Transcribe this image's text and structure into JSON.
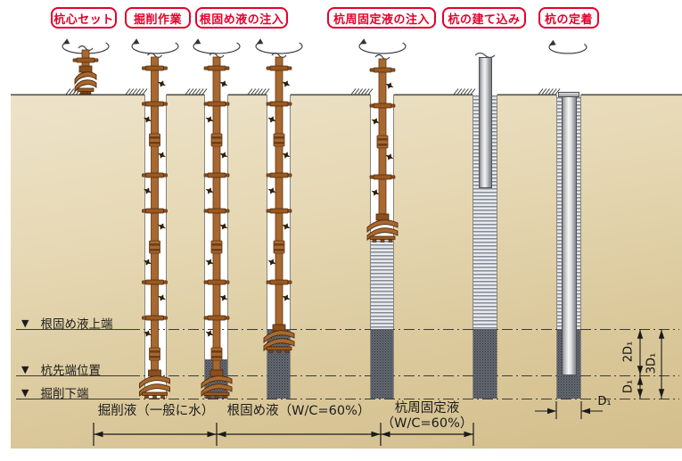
{
  "title_note": "pile construction sequence diagram",
  "stages": [
    {
      "label": "杭心セット"
    },
    {
      "label": "掘削作業"
    },
    {
      "label": "根固め液の注入"
    },
    {
      "label": "杭周固定液の注入"
    },
    {
      "label": "杭の建て込み"
    },
    {
      "label": "杭の定着"
    }
  ],
  "level_markers": [
    {
      "symbol": "▼",
      "label": "根固め液上端"
    },
    {
      "symbol": "▼",
      "label": "杭先端位置"
    },
    {
      "symbol": "▼",
      "label": "掘削下端"
    }
  ],
  "fluid_spans": [
    {
      "label": "掘削液（一般に水）"
    },
    {
      "label": "根固め液（W/C=60%）"
    },
    {
      "label": "杭周固定液",
      "label2": "（W/C=60%）"
    }
  ],
  "dimensions": {
    "two_d": "2D₁",
    "three_d": "3D₁",
    "d_vertical": "D₁",
    "d_width": "D₁"
  },
  "colors": {
    "accent_red": "#e4002b",
    "ground_tan": "#dbc99c",
    "grout_dark": "#757b84",
    "fixing_liquid_stripe": "#838a95"
  }
}
